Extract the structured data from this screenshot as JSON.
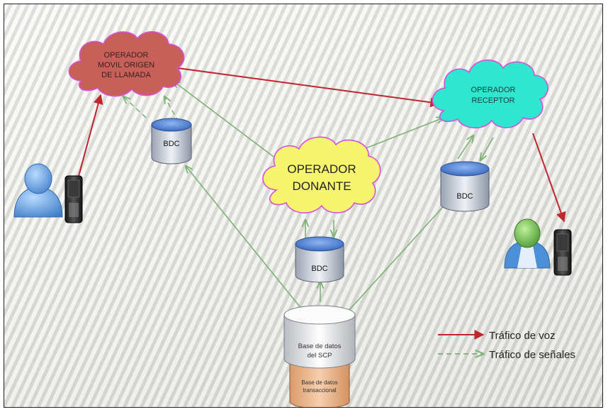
{
  "nodes": {
    "origin": {
      "line1": "OPERADOR",
      "line2": "MOVIL ORIGEN",
      "line3": "DE LLAMADA"
    },
    "receiver": {
      "line1": "OPERADOR",
      "line2": "RECEPTOR"
    },
    "donor": {
      "line1": "OPERADOR",
      "line2": "DONANTE"
    },
    "bdc_left": {
      "label": "BDC"
    },
    "bdc_right": {
      "label": "BDC"
    },
    "bdc_center": {
      "label": "BDC"
    },
    "scp": {
      "line1": "Base de datos",
      "line2": "del SCP"
    },
    "transactional": {
      "line1": "Base de datos",
      "line2": "transaccional"
    }
  },
  "legend": {
    "voice": "Tráfico de voz",
    "signal": "Tráfico de señales"
  },
  "colors": {
    "voice": "#c0262d",
    "signal": "#7fb276",
    "origin_cloud": "#c8605a",
    "receiver_cloud": "#2fe6cf",
    "donor_cloud": "#f7f570",
    "db_blue": "#4b7fd3",
    "person_blue": "#4c8fd6",
    "person_green": "#56a83c"
  },
  "icons": [
    "person-icon",
    "mobile-phone-icon",
    "database-icon",
    "cloud-icon"
  ]
}
